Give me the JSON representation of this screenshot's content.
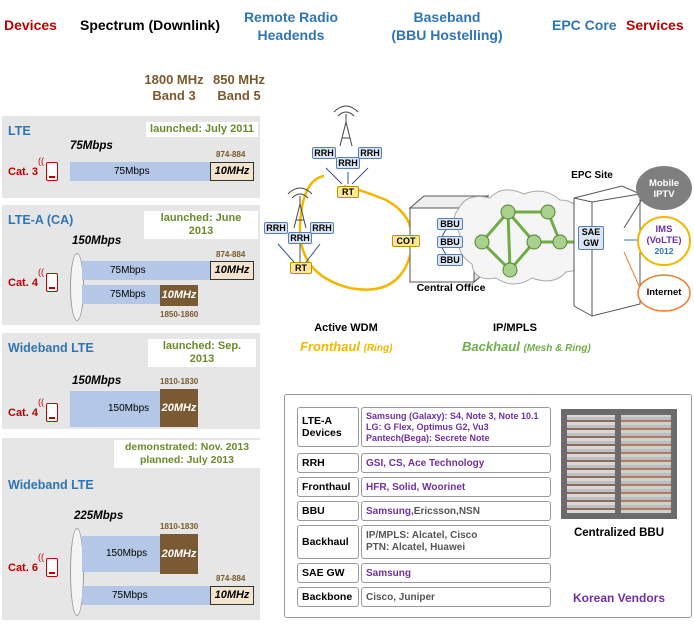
{
  "columns": {
    "devices": "Devices",
    "spectrum": "Spectrum (Downlink)",
    "rrh": [
      "Remote Radio",
      "Headends"
    ],
    "baseband": [
      "Baseband",
      "(BBU Hostelling)"
    ],
    "epc": "EPC Core",
    "services": "Services"
  },
  "bands": {
    "b3": [
      "1800 MHz",
      "Band 3"
    ],
    "b5": [
      "850 MHz",
      "Band 5"
    ]
  },
  "panels": [
    {
      "title": "LTE",
      "launch": [
        "launched: July 2011"
      ],
      "cat": "Cat. 3",
      "rate": "75Mbps",
      "bars": [
        {
          "label": "75Mbps",
          "band": "10MHz",
          "freq": "874-884"
        }
      ]
    },
    {
      "title": "LTE-A (CA)",
      "launch": [
        "launched: June 2013"
      ],
      "cat": "Cat. 4",
      "rate": "150Mbps",
      "bars": [
        {
          "label": "75Mbps",
          "band": "10MHz",
          "freq": "874-884"
        },
        {
          "label": "75Mbps",
          "band": "10MHz",
          "freq": "1850-1860"
        }
      ]
    },
    {
      "title": "Wideband LTE",
      "launch": [
        "launched: Sep. 2013"
      ],
      "cat": "Cat. 4",
      "rate": "150Mbps",
      "bars": [
        {
          "label": "150Mbps",
          "band": "20MHz",
          "freq": "1810-1830"
        }
      ]
    },
    {
      "title": "Wideband LTE",
      "launch": [
        "demonstrated: Nov. 2013",
        "planned: July 2013"
      ],
      "cat": "Cat. 6",
      "rate": "225Mbps",
      "bars": [
        {
          "label": "150Mbps",
          "band": "20MHz",
          "freq": "1810-1830"
        },
        {
          "label": "75Mbps",
          "band": "10MHz",
          "freq": "874-884"
        }
      ]
    }
  ],
  "network": {
    "rrh": "RRH",
    "rt": "RT",
    "cot": "COT",
    "bbu": "BBU",
    "central_office": "Central Office",
    "epc_site": "EPC Site",
    "sae_gw": [
      "SAE",
      "GW"
    ],
    "mobile_iptv": [
      "Mobile",
      "IPTV"
    ],
    "ims": [
      "IMS",
      "(VoLTE)",
      "2012"
    ],
    "internet": "Internet",
    "active_wdm": "Active WDM",
    "fronthaul": "Fronthaul",
    "fronthaul_sub": "(Ring)",
    "ip_mpls": "IP/MPLS",
    "backhaul": "Backhaul",
    "backhaul_sub": "(Mesh & Ring)"
  },
  "vendors": {
    "rows": [
      {
        "cat": [
          "LTE-A",
          "Devices"
        ],
        "val": [
          "Samsung (Galaxy): S4, Note 3, Note 10.1",
          "LG: G Flex, Optimus G2, Vu3",
          "Pantech(Bega): Secrete Note"
        ],
        "tone": "purple"
      },
      {
        "cat": [
          "RRH"
        ],
        "val": [
          "GSI, CS, Ace Technology"
        ],
        "tone": "purple"
      },
      {
        "cat": [
          "Fronthaul"
        ],
        "val": [
          "HFR, Solid, Woorinet"
        ],
        "tone": "purple"
      },
      {
        "cat": [
          "BBU"
        ],
        "val": [
          "Samsung, Ericsson, NSN"
        ],
        "tone": "mixed"
      },
      {
        "cat": [
          "Backhaul"
        ],
        "val": [
          "IP/MPLS: Alcatel, Cisco",
          "PTN: Alcatel, Huawei"
        ],
        "tone": "grey"
      },
      {
        "cat": [
          "SAE GW"
        ],
        "val": [
          "Samsung"
        ],
        "tone": "purple"
      },
      {
        "cat": [
          "Backbone"
        ],
        "val": [
          "Cisco, Juniper"
        ],
        "tone": "grey"
      }
    ],
    "photo_caption": "Centralized BBU",
    "footer": "Korean Vendors"
  },
  "colors": {
    "accent_blue": "#2e75b6",
    "red": "#c00000",
    "purple": "#7030a0",
    "fronthaul": "#f2b800",
    "backhaul": "#70ad47",
    "bar": "#b4c7e7",
    "band3": "#7a5a32",
    "band5": "#f2e4cf"
  }
}
